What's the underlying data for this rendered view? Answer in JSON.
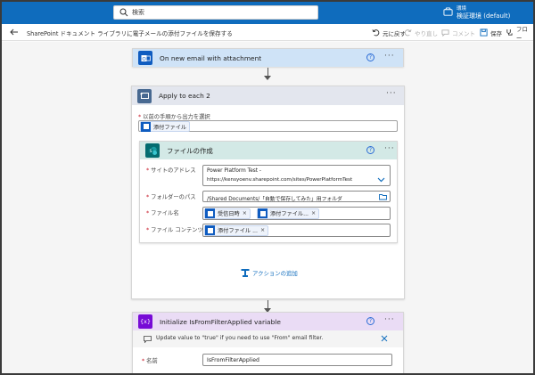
{
  "topbar": {
    "search_placeholder": "検索",
    "environment_label": "環境",
    "environment_value": "検証環境 (default)"
  },
  "cmdbar": {
    "flow_title": "SharePoint ドキュメント ライブラリに電子メールの添付ファイルを保存する",
    "undo": "元に戻す",
    "redo": "やり直し",
    "comment": "コメント",
    "save": "保存",
    "flow_checker": "フロー"
  },
  "trigger": {
    "title": "On new email with attachment"
  },
  "apply_each": {
    "title": "Apply to each 2",
    "select_label": "以前の手順から出力を選択",
    "select_token": "添付ファイル"
  },
  "create_file": {
    "title": "ファイルの作成",
    "site_label": "サイトのアドレス",
    "site_name": "Power Platform Test -",
    "site_url": "https://kensyoenv.sharepoint.com/sites/PowerPlatformTest",
    "folder_label": "フォルダーのパス",
    "folder_value": "/Shared Documents/「自動で保存してみた」用フォルダ",
    "filename_label": "ファイル名",
    "filename_token1": "受信日時",
    "filename_token2": "添付ファイル...",
    "content_label": "ファイル コンテンツ",
    "content_token": "添付ファイル ..."
  },
  "add_action": "アクションの追加",
  "init_var": {
    "title": "Initialize IsFromFilterApplied variable",
    "info_text": "Update value to \"true\" if you need to use \"From\" email filter.",
    "name_label": "名前",
    "name_value": "IsFromFilterApplied"
  },
  "colors": {
    "brand_blue": "#0f6cbd",
    "trigger_header": "#cfe3f7",
    "loop_header": "#e3e6ee",
    "sharepoint_header": "#d3e9e6",
    "variable_header": "#eadcf5",
    "outlook_chip": "#0f5cc0",
    "loop_chip": "#486991",
    "sharepoint_chip": "#036c70",
    "variable_chip": "#770bd6"
  }
}
